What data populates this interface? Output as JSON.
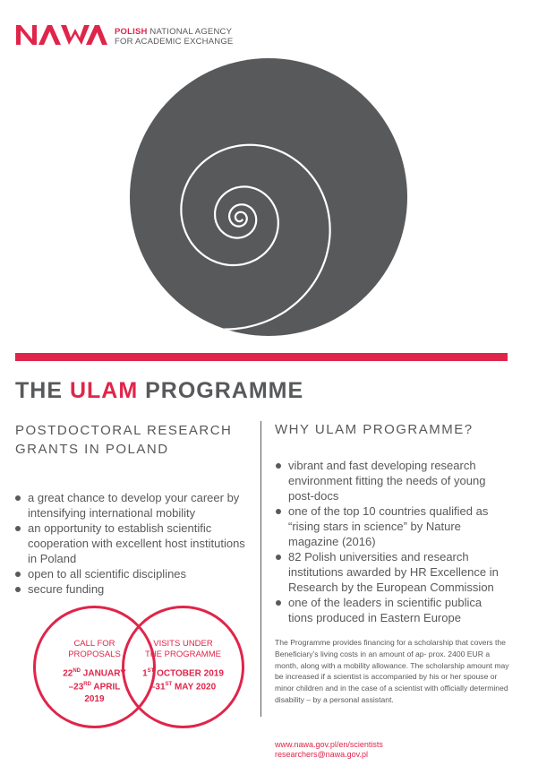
{
  "header": {
    "logo_text": "NAWA",
    "agency_bold": "POLISH",
    "agency_line1_rest": " NATIONAL AGENCY",
    "agency_line2": "FOR ACADEMIC EXCHANGE"
  },
  "colors": {
    "accent": "#e0254a",
    "gray": "#58595b"
  },
  "title": {
    "prefix": "THE ",
    "highlight": "ULAM",
    "suffix": " PROGRAMME"
  },
  "left": {
    "subtitle": "POSTDOCTORAL RESEARCH GRANTS IN POLAND",
    "bullets": [
      "a great chance to develop your career by intensifying international mobility",
      "an opportunity to establish scientific cooperation with excellent host institutions in Poland",
      "open to all scientific disciplines",
      "secure funding"
    ]
  },
  "right": {
    "heading": "WHY ULAM PROGRAMME?",
    "bullets": [
      "vibrant and fast developing research environment fitting the needs of young post-docs",
      "one of the top 10 countries qualified as “rising stars in science” by Nature magazine (2016)",
      "82 Polish universities and research institutions awarded by HR Excellence in Research by the European Commission",
      "one of the leaders in scientific publica tions produced in Eastern Europe"
    ],
    "paragraph": "The Programme provides financing for a scholarship that covers the Beneficiary’s living costs in an amount of ap- prox. 2400 EUR a month, along with a mobility allowance. The scholarship amount may be increased if a scientist is accompanied by his or her spouse or minor children and in the case of a scientist with officially determined disability – by a personal assistant.",
    "website": "www.nawa.gov.pl/en/scientists",
    "email": "researchers@nawa.gov.pl"
  },
  "circles": {
    "call": {
      "title1": "CALL FOR",
      "title2": "PROPOSALS",
      "d1": "22",
      "s1": "ND",
      "d1b": " JANUARY",
      "d2": "–23",
      "s2": "RD",
      "d2b": " APRIL",
      "d3": "2019"
    },
    "visits": {
      "title1": "VISITS UNDER",
      "title2": "THE PROGRAMME",
      "d1": "1",
      "s1": "ST",
      "d1b": " OCTOBER 2019",
      "d2": "–31",
      "s2": "ST",
      "d2b": " MAY 2020"
    }
  }
}
